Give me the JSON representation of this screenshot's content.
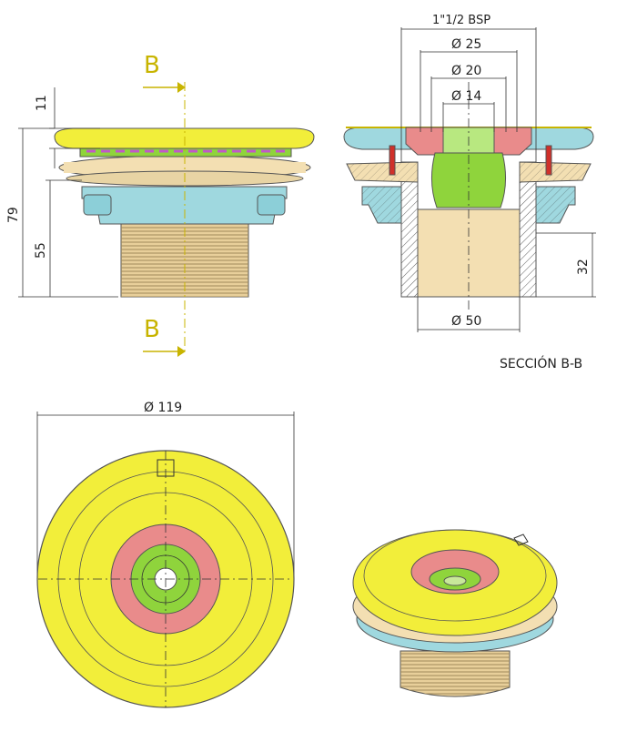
{
  "section_marker": {
    "top": "B",
    "bottom": "B"
  },
  "side_view_dims": {
    "flange_thickness": "11",
    "overall_height": "79",
    "thread_height": "55"
  },
  "section_view": {
    "title": "SECCIÓN B-B",
    "thread": "1\"1/2 BSP",
    "d25": "Ø 25",
    "d20": "Ø 20",
    "d14": "Ø 14",
    "d50": "Ø 50",
    "h32": "32"
  },
  "top_view": {
    "diameter": "Ø 119"
  },
  "colors": {
    "flange_yellow": "#f2ee3a",
    "ring_tan": "#f3dfb2",
    "gasket_blue": "#9fd8df",
    "body_pink": "#e98b8b",
    "nozzle_green": "#8fd43c",
    "seal_purple": "#c058c8",
    "thread_tan": "#e8cf9a",
    "guide_yellow": "#c8b400"
  }
}
